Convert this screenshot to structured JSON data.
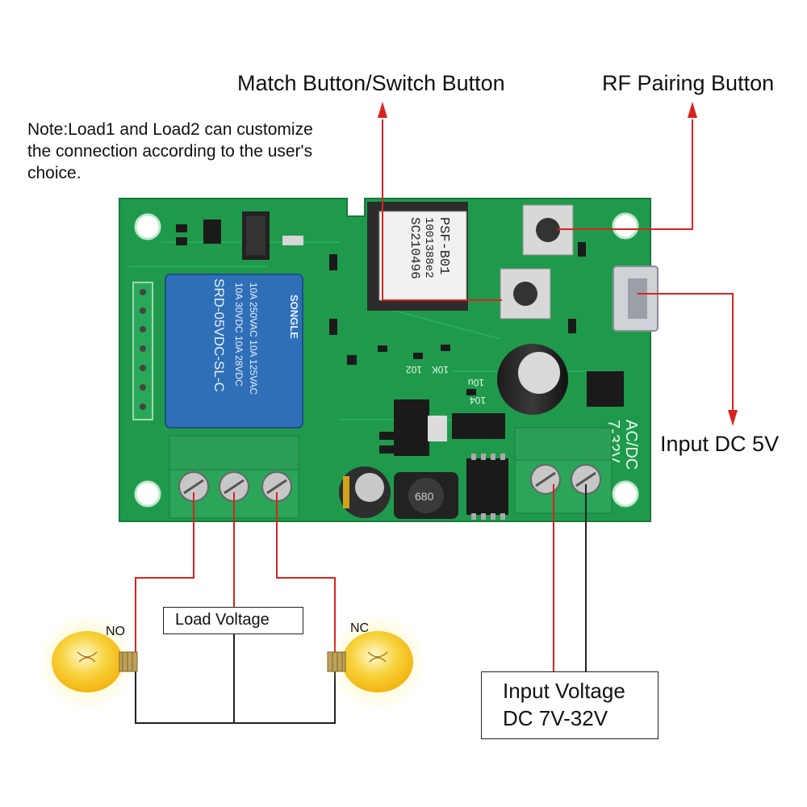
{
  "labels": {
    "match_button": "Match Button/Switch Button",
    "rf_pairing": "RF Pairing Button",
    "note": "Note:Load1 and Load2 can customize the connection according to the user's choice.",
    "input_dc_5v": "Input DC 5V",
    "load_voltage": "Load Voltage",
    "no": "NO",
    "nc": "NC",
    "input_voltage_line1": "Input Voltage",
    "input_voltage_line2": "DC 7V-32V"
  },
  "board": {
    "relay_brand": "SONGLE",
    "relay_model": "SRD-05VDC-SL-C",
    "relay_rating1": "10A 250VAC 10A 125VAC",
    "relay_rating2": "10A 30VDC 10A 28VDC",
    "module_line1": "PSF-B01",
    "module_line2": "1001388e2",
    "module_line3": "SC210496",
    "acdc_label": "AC/DC",
    "acdc_range": "7-32V",
    "smd_labels": [
      "102",
      "10K",
      "10u",
      "104"
    ],
    "inductor": "680"
  },
  "colors": {
    "pcb": "#1f9a4c",
    "terminal": "#2c9e57",
    "relay": "#2f6fb8",
    "arrow": "#d9231e",
    "wire_black": "#222222",
    "bulb": "#f6c21c"
  }
}
